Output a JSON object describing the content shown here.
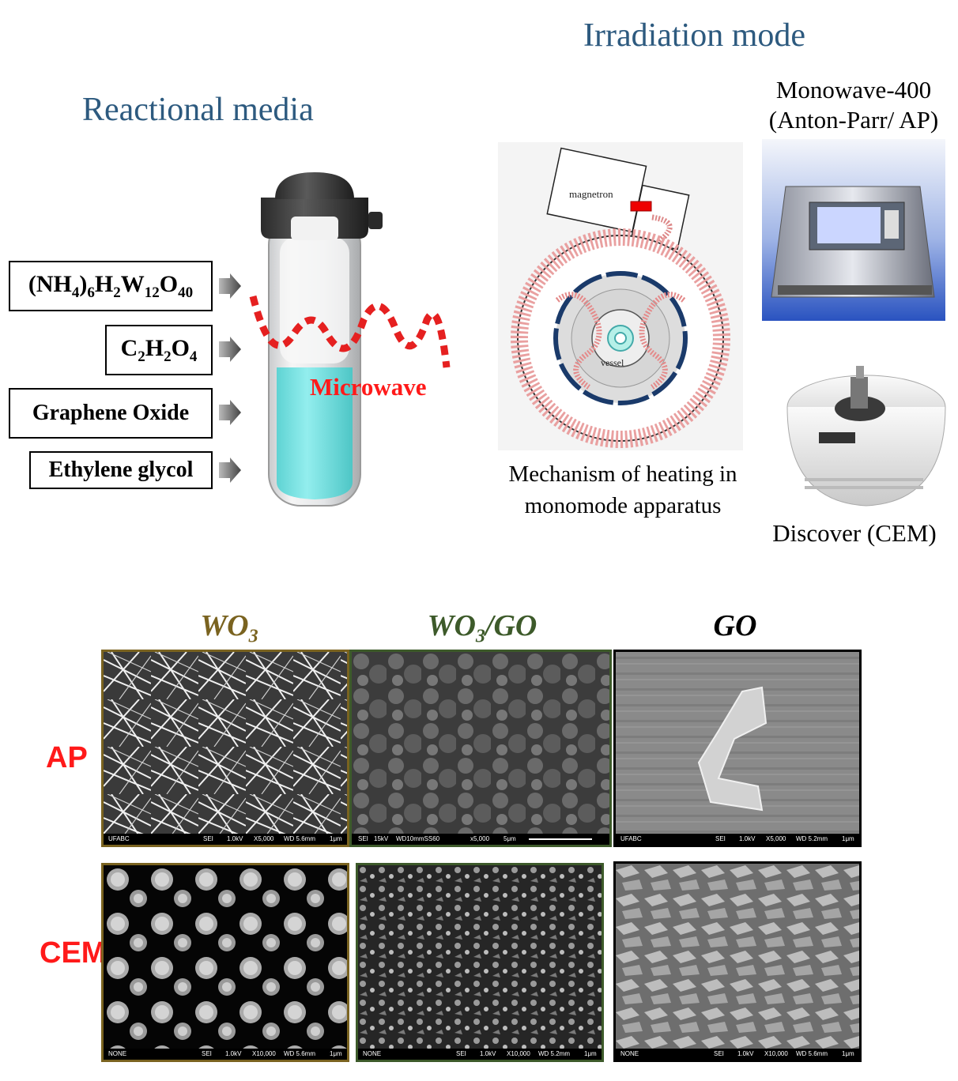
{
  "titles": {
    "irradiation": "Irradiation mode",
    "reactional": "Reactional media"
  },
  "reagents": [
    {
      "main": "(NH",
      "s1": "4",
      "m2": ")",
      "s2": "6",
      "m3": "H",
      "s3": "2",
      "m4": "W",
      "s4": "12",
      "m5": "O",
      "s5": "40"
    },
    {
      "main": "C",
      "s1": "2",
      "m2": "H",
      "s2": "2",
      "m3": "O",
      "s3": "4"
    },
    {
      "label": "Graphene Oxide"
    },
    {
      "label": "Ethylene glycol"
    }
  ],
  "microwave_label": "Microwave",
  "mechanism": {
    "magnetron": "magnetron",
    "vessel": "vessel",
    "caption_line1": "Mechanism of heating in",
    "caption_line2": "monomode apparatus"
  },
  "devices": {
    "monowave_line1": "Monowave-400",
    "monowave_line2": "(Anton-Parr/ AP)",
    "discover": "Discover (CEM)"
  },
  "grid": {
    "columns": [
      {
        "label": "WO",
        "sub": "3",
        "color": "#7a6320"
      },
      {
        "label_a": "WO",
        "sub": "3",
        "label_b": "/GO",
        "color": "#3d5a2a"
      },
      {
        "label": "GO",
        "color": "#000000"
      }
    ],
    "rows": [
      "AP",
      "CEM"
    ],
    "sem_bars": {
      "ap_wo3": [
        "UFABC",
        "SEI",
        "1.0kV",
        "X5,000",
        "WD 5.6mm",
        "1μm"
      ],
      "ap_wo3go": [
        "SEI",
        "15kV",
        "WD10mmSS60",
        "x5,000",
        "5μm"
      ],
      "ap_go": [
        "UFABC",
        "SEI",
        "1.0kV",
        "X5,000",
        "WD 5.2mm",
        "1μm"
      ],
      "cem_wo3": [
        "NONE",
        "SEI",
        "1.0kV",
        "X10,000",
        "WD 5.6mm",
        "1μm"
      ],
      "cem_wo3go": [
        "NONE",
        "SEI",
        "1.0kV",
        "X10,000",
        "WD 5.2mm",
        "1μm"
      ],
      "cem_go": [
        "NONE",
        "SEI",
        "1.0kV",
        "X10,000",
        "WD 5.6mm",
        "1μm"
      ]
    }
  }
}
